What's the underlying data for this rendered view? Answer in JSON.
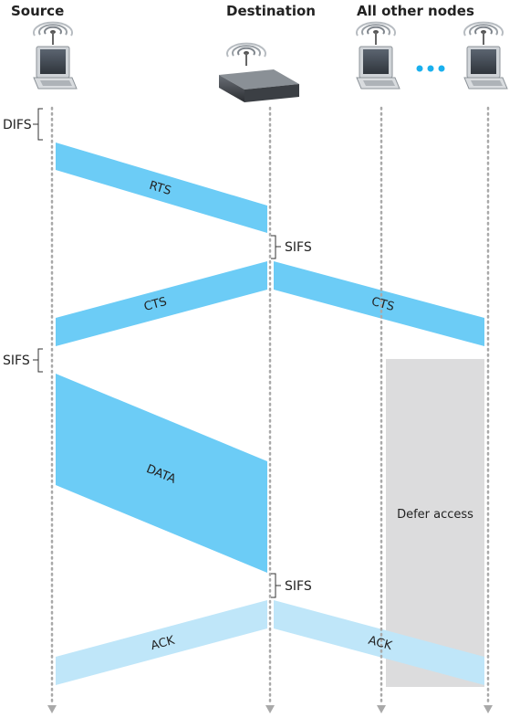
{
  "headers": {
    "source": "Source",
    "destination": "Destination",
    "others": "All other nodes"
  },
  "intervals": {
    "difs": "DIFS",
    "sifs_1": "SIFS",
    "sifs_2": "SIFS",
    "sifs_3": "SIFS"
  },
  "frames": {
    "rts": "RTS",
    "cts_src": "CTS",
    "cts_other": "CTS",
    "data": "DATA",
    "ack_src": "ACK",
    "ack_other": "ACK"
  },
  "defer": "Defer access",
  "colors": {
    "frame": "#6cccf6",
    "ack": "#bfe6f9",
    "defer": "#dcdcdd",
    "timeline": "#a9a9a9",
    "dots": "#1ab0ee"
  },
  "icons": {
    "laptop": "laptop-icon",
    "router": "router-icon",
    "signal": "wireless-signal-icon"
  }
}
